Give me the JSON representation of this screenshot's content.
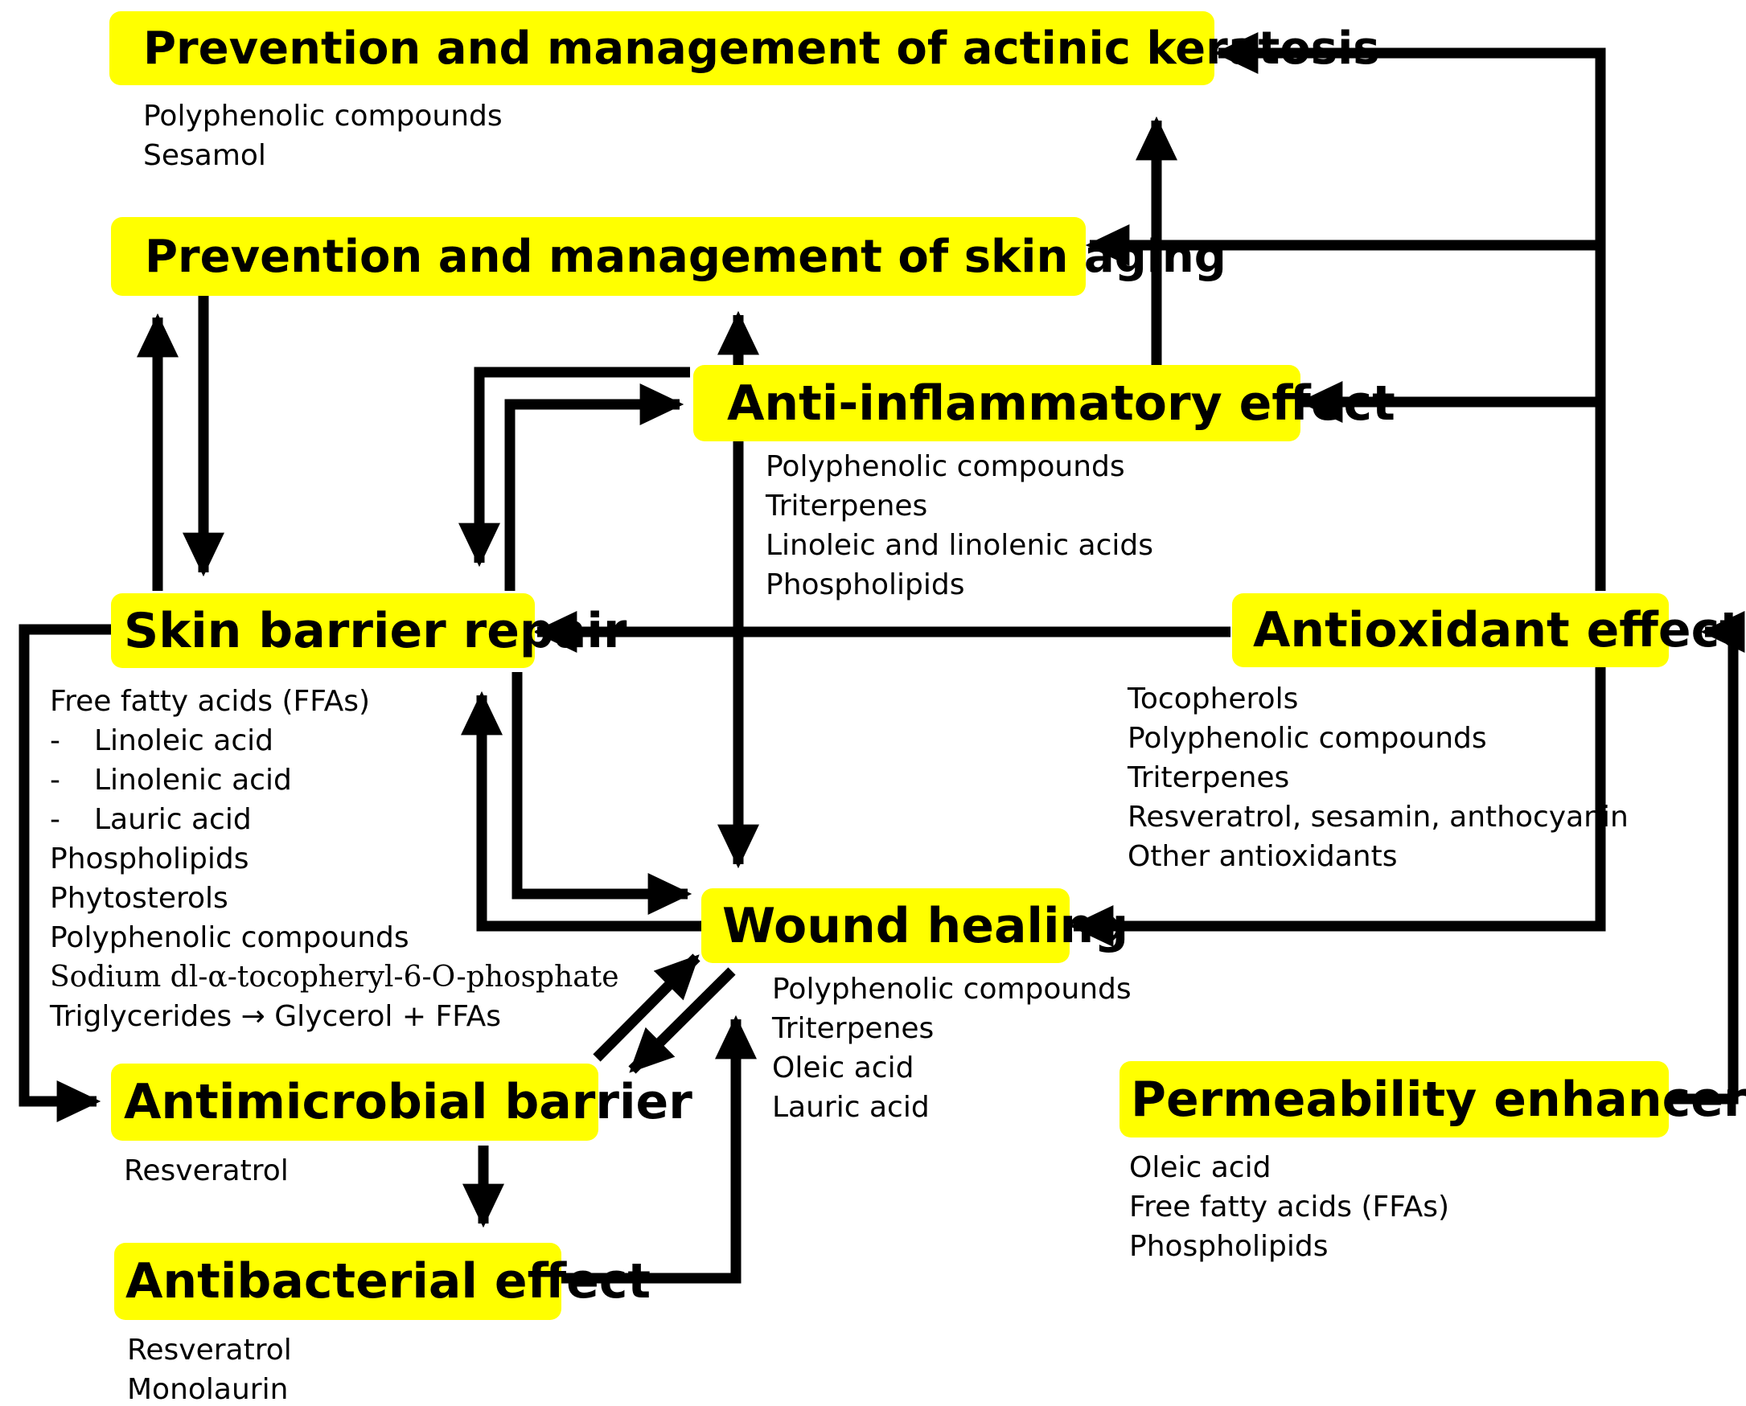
{
  "colors": {
    "box_fill": "#ffff00",
    "arrow": "#000000",
    "text": "#000000"
  },
  "nodes": {
    "actinic": {
      "label": "Prevention and management of actinic keratosis",
      "items": [
        "Polyphenolic compounds",
        "Sesamol"
      ]
    },
    "aging": {
      "label": "Prevention and management of skin aging"
    },
    "antiinflammatory": {
      "label": "Anti-inflammatory effect",
      "items": [
        "Polyphenolic compounds",
        "Triterpenes",
        "Linoleic and linolenic acids",
        "Phospholipids"
      ]
    },
    "skin_barrier": {
      "label": "Skin barrier repair",
      "items": [
        "Free fatty acids (FFAs)",
        "Linoleic acid",
        "Linolenic acid",
        "Lauric acid",
        "Phospholipids",
        "Phytosterols",
        "Polyphenolic compounds",
        "Sodium dl-α-tocopheryl-6-O-phosphate",
        "Triglycerides"
      ],
      "dash": "-",
      "triglycerides_arrow": "→",
      "triglycerides_result": "Glycerol + FFAs"
    },
    "antioxidant": {
      "label": "Antioxidant effect",
      "items": [
        "Tocopherols",
        "Polyphenolic compounds",
        "Triterpenes",
        "Resveratrol, sesamin, anthocyanin",
        "Other antioxidants"
      ]
    },
    "wound": {
      "label": "Wound healing",
      "items": [
        "Polyphenolic compounds",
        "Triterpenes",
        "Oleic acid",
        "Lauric acid"
      ]
    },
    "antimicrobial": {
      "label": "Antimicrobial barrier",
      "items": [
        "Resveratrol"
      ]
    },
    "antibacterial": {
      "label": "Antibacterial effect",
      "items": [
        "Resveratrol",
        "Monolaurin"
      ]
    },
    "permeability": {
      "label": "Permeability enhancers",
      "items": [
        "Oleic acid",
        "Free fatty acids (FFAs)",
        "Phospholipids"
      ]
    }
  }
}
